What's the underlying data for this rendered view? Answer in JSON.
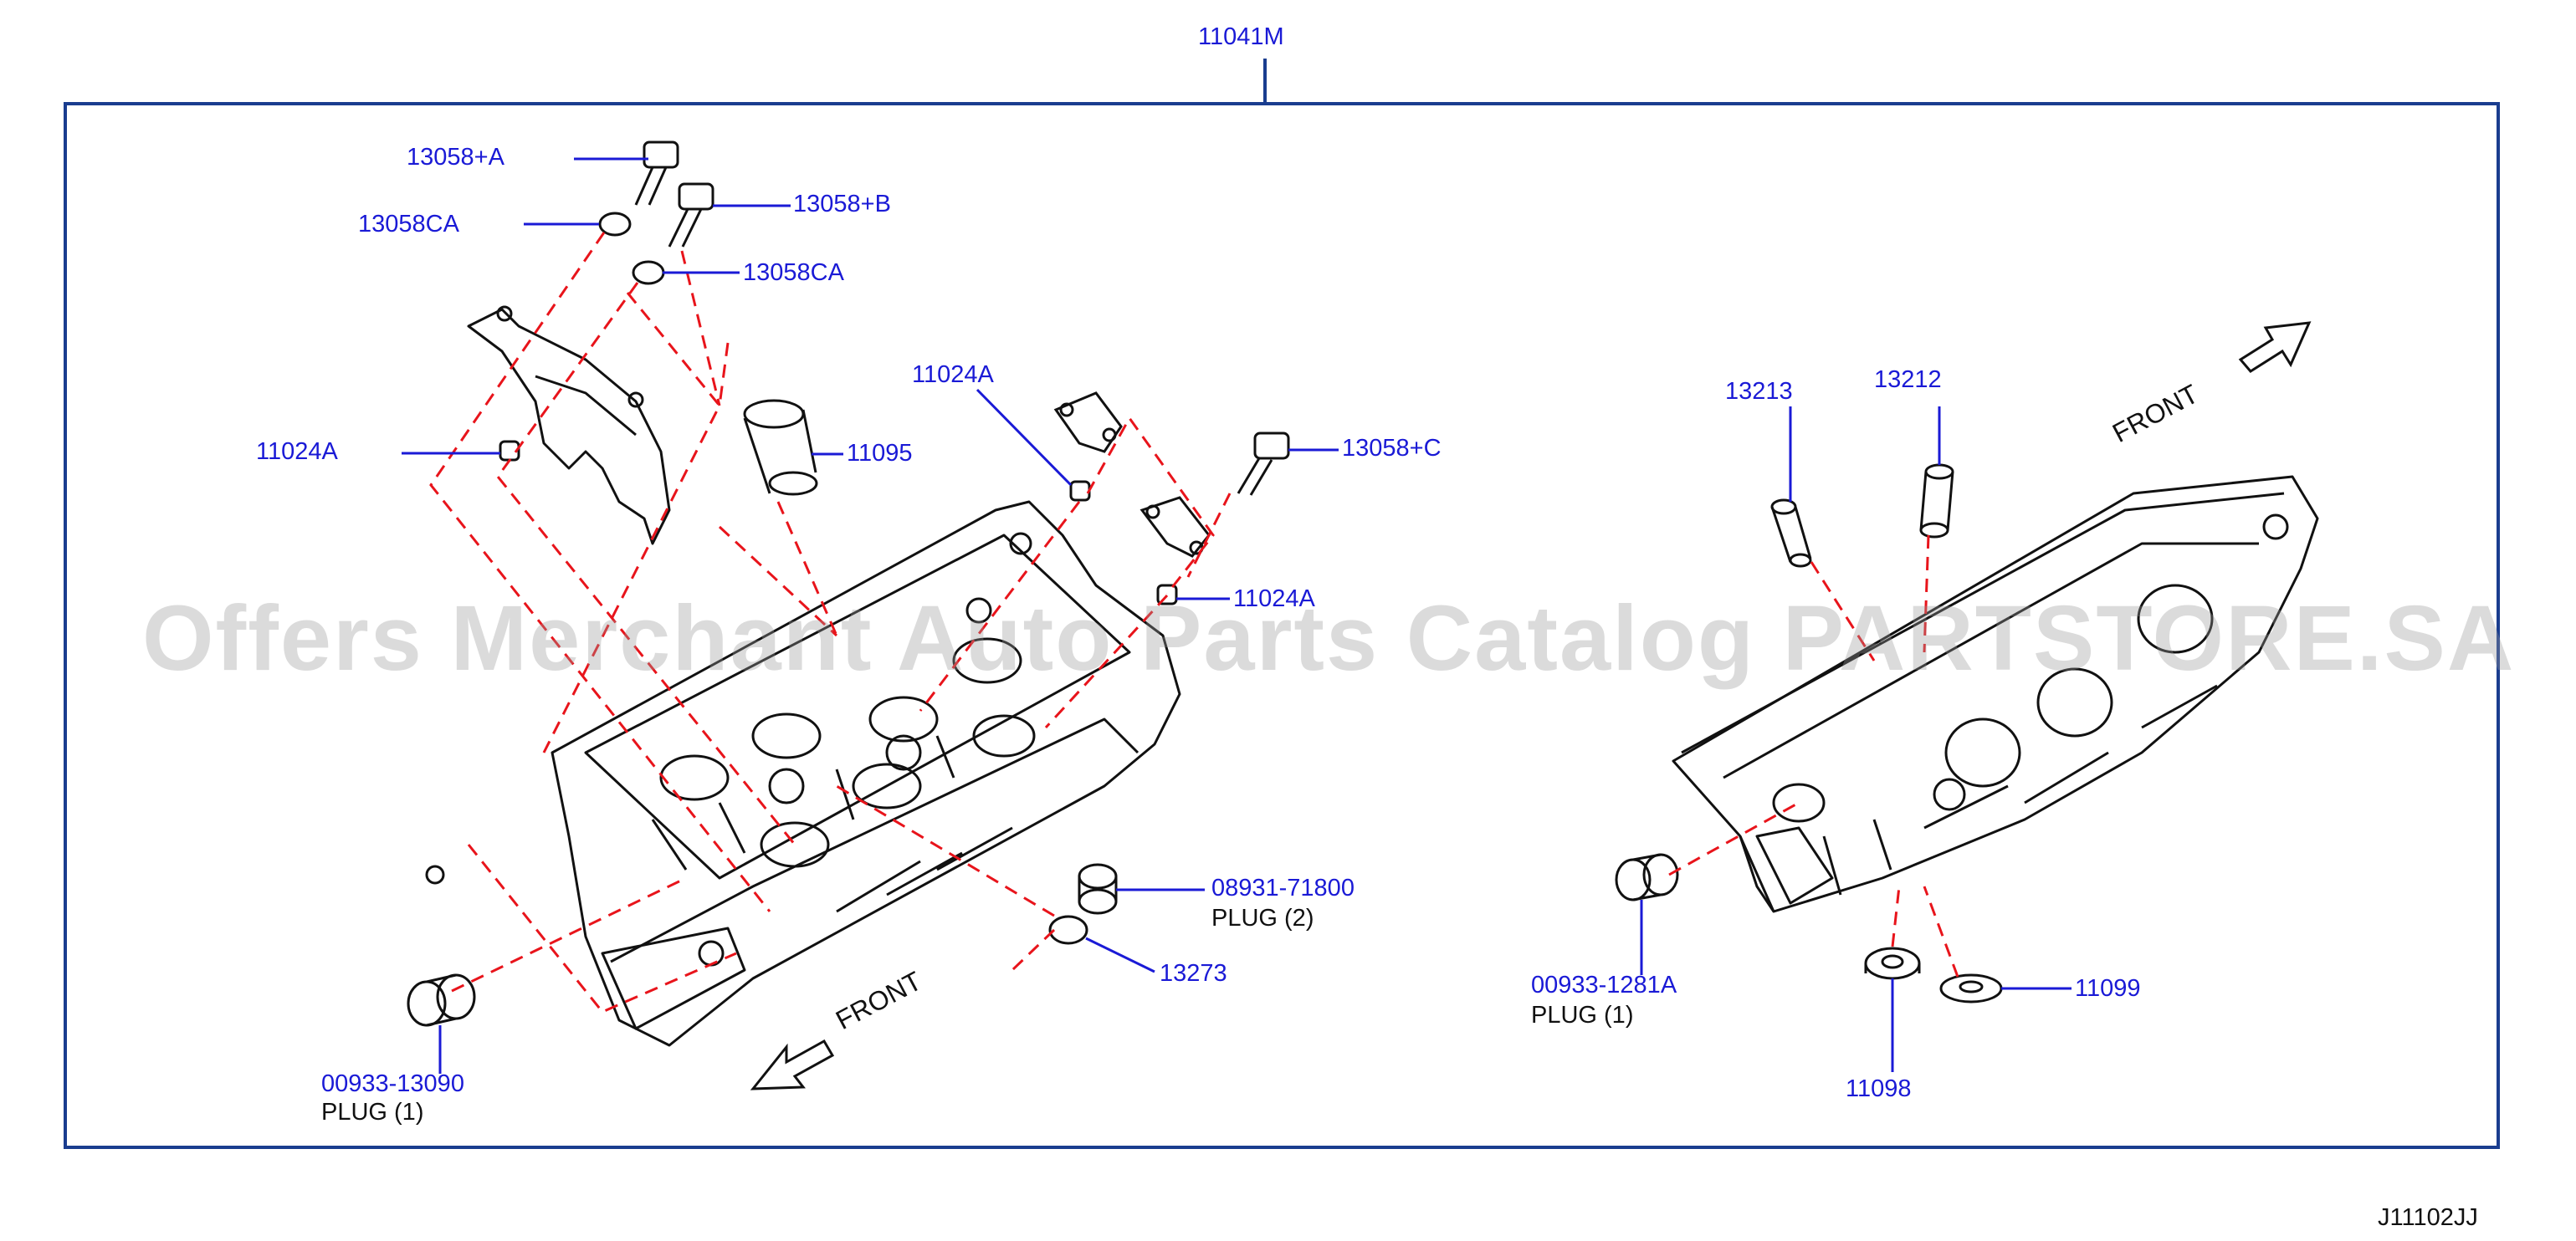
{
  "assembly_label": "11041M",
  "diagram_code": "J11102JJ",
  "watermark": "Offers Merchant Auto Parts Catalog PARTSTORE.SA",
  "front_label": "FRONT",
  "colors": {
    "frame": "#1a3d8f",
    "callout": "#1a1ad6",
    "dashed": "#e8141b",
    "drawing": "#111111"
  },
  "callouts": {
    "p13058_a": "13058+A",
    "p13058_b": "13058+B",
    "p13058ca_1": "13058CA",
    "p13058ca_2": "13058CA",
    "p11024a_left": "11024A",
    "p11024a_top": "11024A",
    "p11024a_right": "11024A",
    "p11095": "11095",
    "p13058_c": "13058+C",
    "p08931": "08931-71800",
    "p08931_desc": "PLUG  (2)",
    "p13273": "13273",
    "p00933_13090": "00933-13090",
    "p00933_13090_desc": "PLUG  (1)",
    "p13213": "13213",
    "p13212": "13212",
    "p00933_1281a": "00933-1281A",
    "p00933_1281a_desc": "PLUG  (1)",
    "p11098": "11098",
    "p11099": "11099"
  }
}
